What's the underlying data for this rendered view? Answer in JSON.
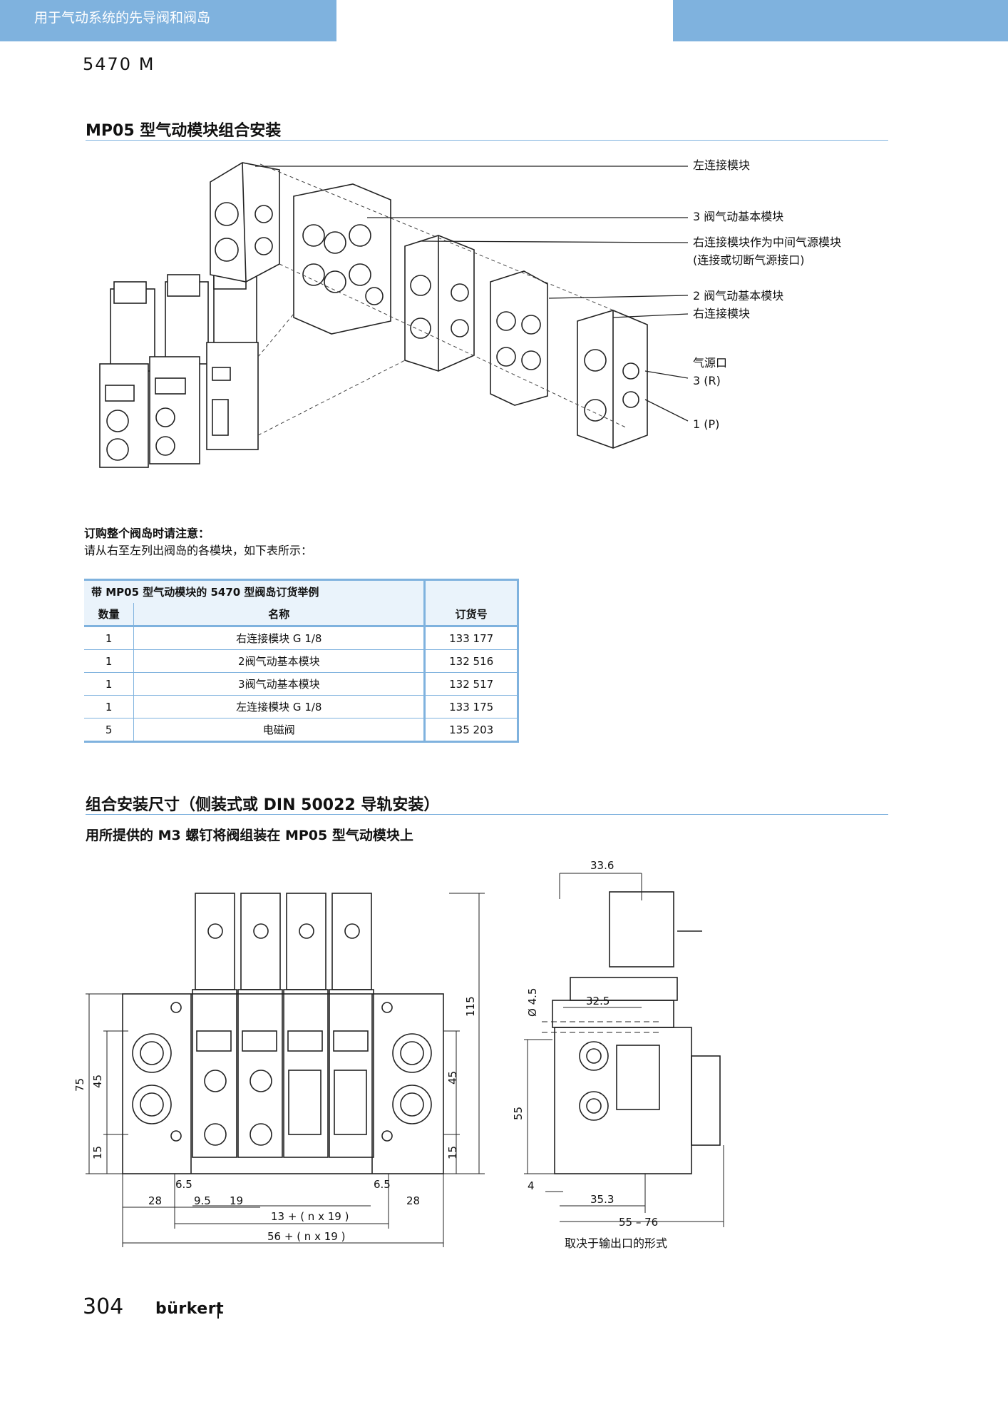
{
  "header": {
    "title": "用于气动系统的先导阀和阀岛"
  },
  "model": "5470 M",
  "section1": {
    "title": "MP05 型气动模块组合安装",
    "callouts": [
      "左连接模块",
      "3 阀气动基本模块",
      "右连接模块作为中间气源模块",
      "(连接或切断气源接口)",
      "2 阀气动基本模块",
      "右连接模块",
      "气源口",
      "3 (R)",
      "1 (P)"
    ]
  },
  "ordering_note": {
    "title": "订购整个阀岛时请注意：",
    "text": "请从右至左列出阀岛的各模块，如下表所示："
  },
  "order_table": {
    "caption": "带 MP05 型气动模块的 5470 型阀岛订货举例",
    "headers": [
      "数量",
      "名称",
      "订货号"
    ],
    "rows": [
      [
        "1",
        "右连接模块 G 1/8",
        "133 177"
      ],
      [
        "1",
        "2阀气动基本模块",
        "132 516"
      ],
      [
        "1",
        "3阀气动基本模块",
        "132 517"
      ],
      [
        "1",
        "左连接模块 G 1/8",
        "133 175"
      ],
      [
        "5",
        "电磁阀",
        "135 203"
      ]
    ]
  },
  "section2": {
    "title": "组合安装尺寸（侧装式或 DIN 50022 导轨安装）",
    "subtitle": "用所提供的 M3 螺钉将阀组装在 MP05 型气动模块上"
  },
  "front_dims": {
    "d75": "75",
    "d45a": "45",
    "d15a": "15",
    "d115": "115",
    "d45b": "45",
    "d15b": "15",
    "d65a": "6.5",
    "d65b": "6.5",
    "d28a": "28",
    "d95": "9.5",
    "d19": "19",
    "d28b": "28",
    "f1": "13 + ( n x 19 )",
    "f2": "56 + ( n x 19 )"
  },
  "side_dims": {
    "d336": "33.6",
    "d45": "Ø 4.5",
    "d325": "32.5",
    "d55": "55",
    "d4": "4",
    "d353": "35.3",
    "d5576": "55 – 76",
    "note": "取决于输出口的形式"
  },
  "footer": {
    "page": "304",
    "brand": "bürkert"
  }
}
